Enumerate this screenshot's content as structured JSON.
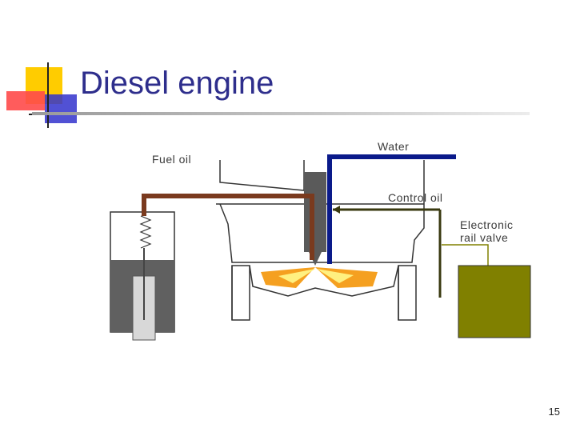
{
  "slide": {
    "title": "Diesel engine",
    "page_number": "15"
  },
  "diagram": {
    "labels": {
      "water": "Water",
      "fuel_oil": "Fuel oil",
      "control_oil": "Control oil",
      "electronic_rail_valve_line1": "Electronic",
      "electronic_rail_valve_line2": "rail valve"
    },
    "colors": {
      "fuel_oil_pipe": "#7a3a1e",
      "water_pipe": "#0a1a8a",
      "control_oil_pipe": "#3a3a10",
      "rail_valve_box": "#808000",
      "pump_body": "#606060",
      "flame_outer": "#f5a020",
      "flame_inner": "#fff080",
      "title": "#2e2e8c"
    }
  }
}
